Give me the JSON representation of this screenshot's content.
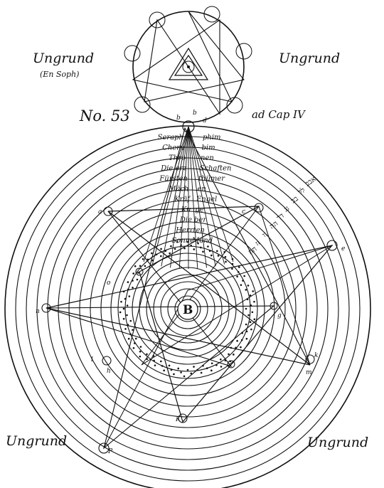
{
  "corners": {
    "top_left": "Ungrund",
    "top_left_sub": "(En Soph)",
    "top_right": "Ungrund",
    "bottom_left": "Ungrund",
    "bottom_right": "Ungrund"
  },
  "plate_number": "No. 53",
  "chapter_ref": "ad Cap IV",
  "center_label": "B",
  "lower_point_label": "K",
  "bottom_point_label": "P",
  "top_point_labels": [
    "b",
    "b",
    "d"
  ],
  "hierarchy_left": [
    "Seraph",
    "Cheru",
    "Thro",
    "Die erz",
    "Fürsten",
    "Mäch",
    "Kräf",
    "Ku",
    "Die",
    "Herr",
    "Sonne"
  ],
  "hierarchy_right": [
    "phim",
    "bim",
    "nen",
    "Schaften",
    "thümer",
    "en",
    "Engel",
    "ge",
    "ber",
    "ten",
    "Mond"
  ],
  "hebrew_marks": [
    "אבב",
    "לל",
    "בב",
    "גג",
    "דד",
    "הה",
    "וו",
    "זז",
    "חח"
  ],
  "star_point_labels": [
    "a",
    "c",
    "e",
    "n",
    "h",
    "k",
    "l",
    "m",
    "o",
    "g"
  ],
  "colors": {
    "ink": "#111111",
    "paper": "#ffffff"
  }
}
